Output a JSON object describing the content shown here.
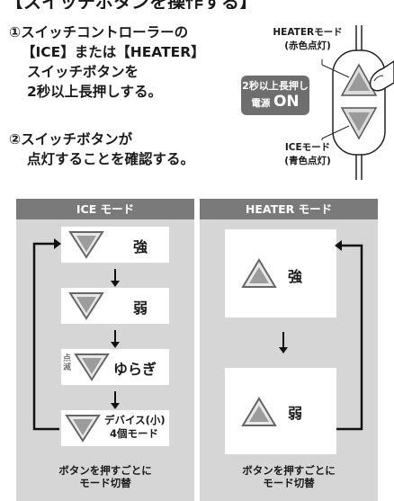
{
  "header": {
    "title": "【スイッチボタンを操作する】"
  },
  "steps": [
    {
      "lines": [
        "①スイッチコントローラーの",
        "【ICE】または【HEATER】",
        "スイッチボタンを",
        "2秒以上長押しする。"
      ]
    },
    {
      "lines": [
        "②スイッチボタンが",
        "点灯することを確認する。"
      ]
    }
  ],
  "controller": {
    "heater_label": "HEATERモード",
    "heater_sub": "(赤色点灯)",
    "press_text": "2秒以上長押し",
    "power_text": "電源",
    "power_on": "ON",
    "ice_label": "ICEモード",
    "ice_sub": "(青色点灯)"
  },
  "ice_panel": {
    "title": "ICE モード",
    "levels": [
      "強",
      "弱",
      "ゆらぎ"
    ],
    "blink_label": "点\n滅",
    "device_mode": [
      "デバイス(小)",
      "4個モード"
    ],
    "footer": [
      "ボタンを押すごとに",
      "モード切替"
    ]
  },
  "heater_panel": {
    "title": "HEATER モード",
    "levels": [
      "強",
      "弱"
    ],
    "footer": [
      "ボタンを押すごとに",
      "モード切替"
    ]
  },
  "colors": {
    "panel_bg": "#d6d6d6",
    "panel_head": "#7a7a7a",
    "badge": "#6e6e6e"
  }
}
